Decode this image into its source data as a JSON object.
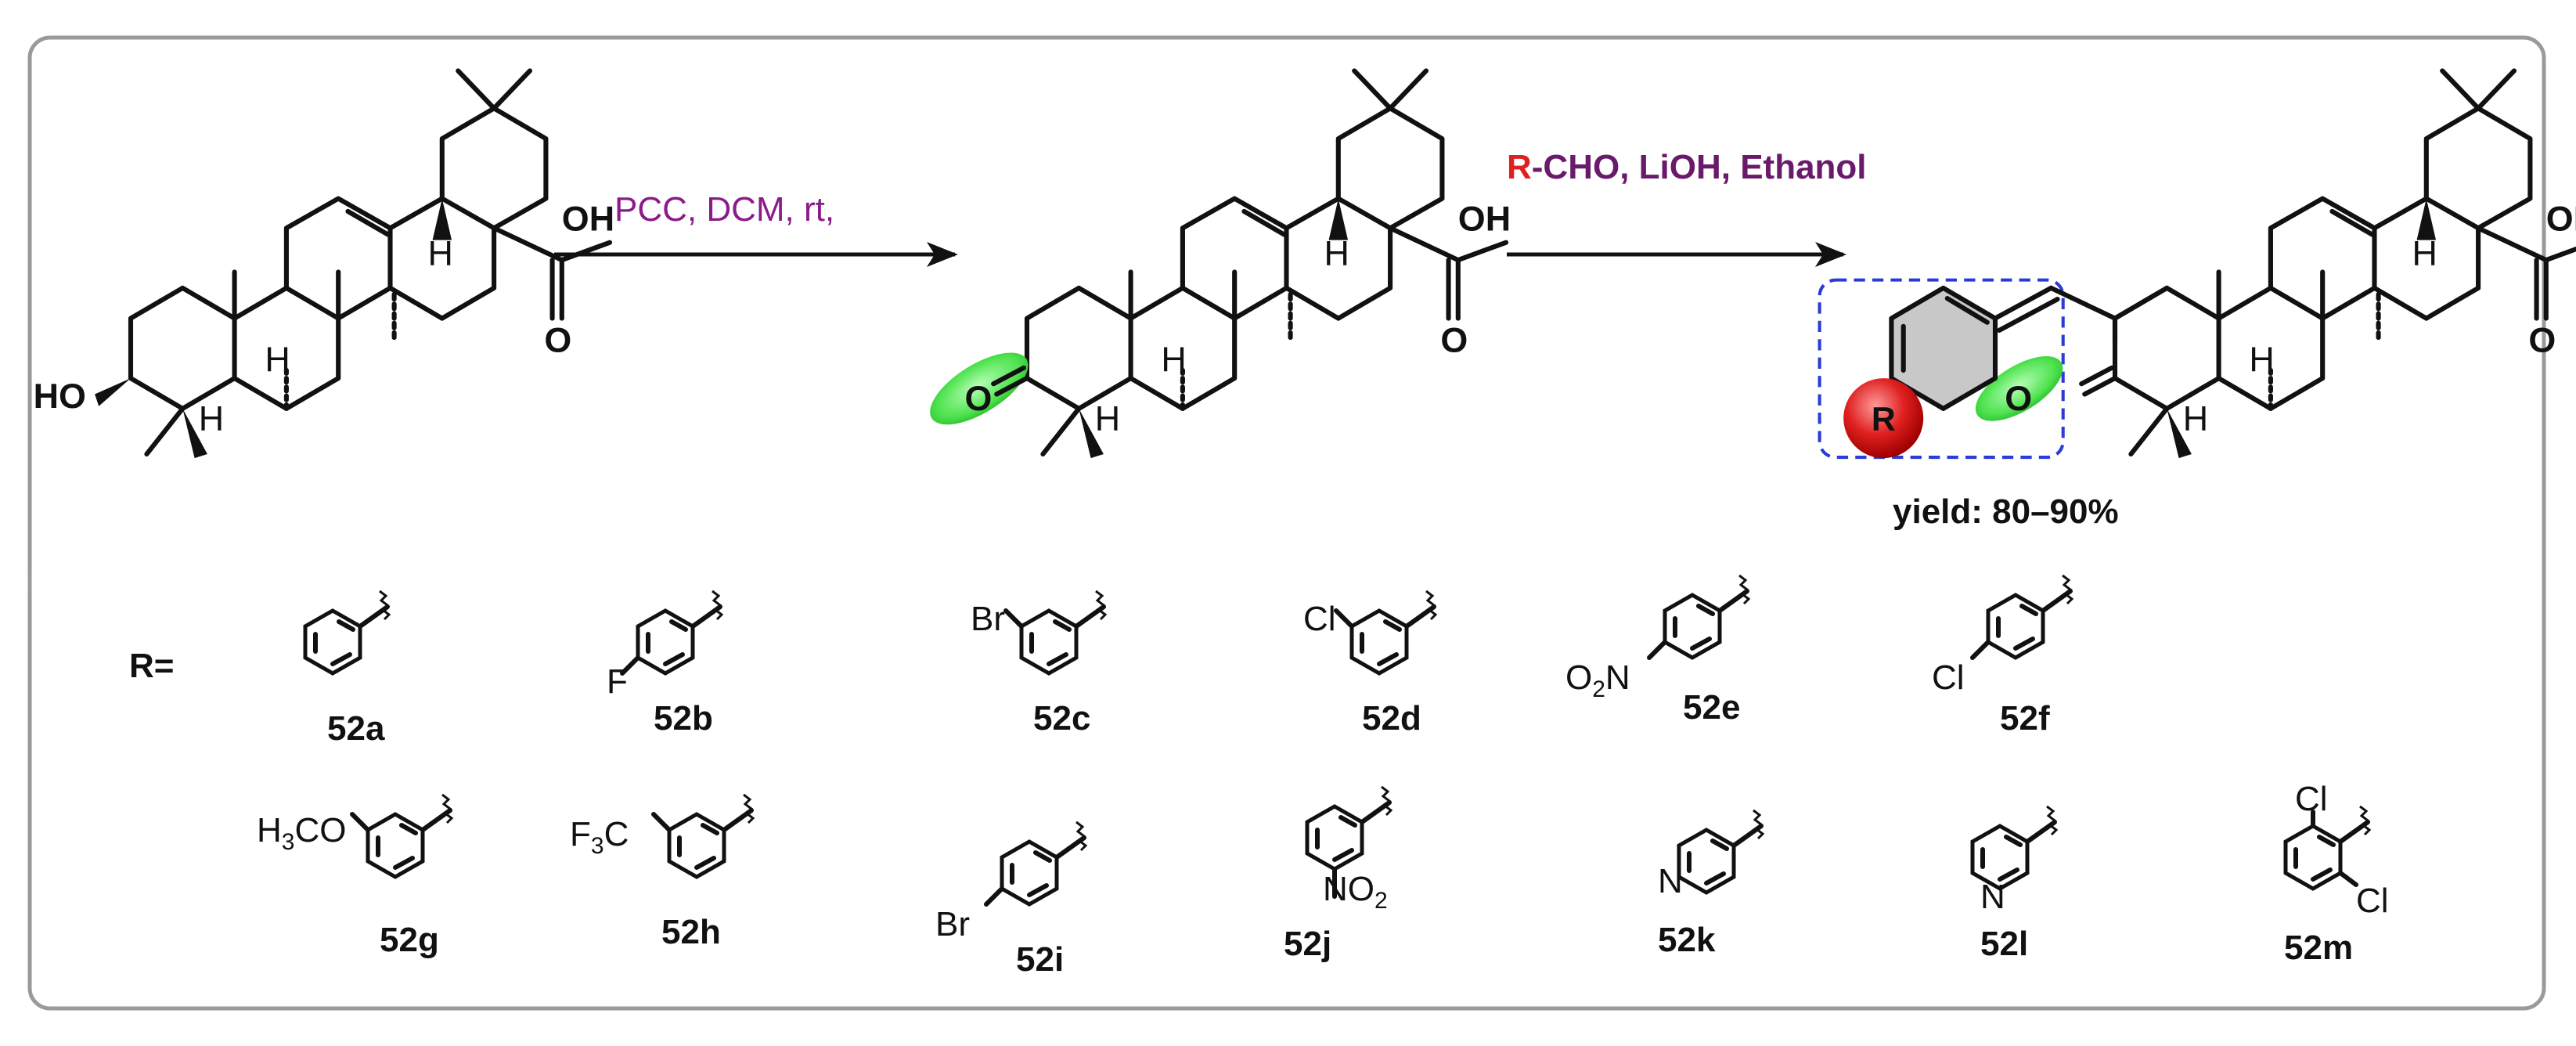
{
  "colors": {
    "frame": "#9a9a9a",
    "reagent1": "#8b1a8b",
    "reagent2_highlight": "#e02020",
    "reagent2": "#6a1a6a",
    "highlight_oval": "#4ee24e",
    "r_ball": "#e02020",
    "dashed_box": "#2a3bd6"
  },
  "scheme": {
    "step1_reagents": "PCC, DCM, rt,",
    "step2_reagent_r": "R",
    "step2_reagents_rest": "-CHO, LiOH, Ethanol",
    "yield": "yield: 80–90%",
    "r_group_label": "R=",
    "r_ball_label": "R"
  },
  "atoms": {
    "oh": "OH",
    "o": "O",
    "ho": "HO",
    "h": "H",
    "f": "F",
    "br": "Br",
    "cl": "Cl",
    "n": "N",
    "o2n_left": "O",
    "o2n_sub": "2",
    "o2n_right": "N",
    "no2_left": "NO",
    "no2_sub": "2",
    "h3co_left": "H",
    "h3co_sub": "3",
    "h3co_right": "CO",
    "f3c_left": "F",
    "f3c_sub": "3",
    "f3c_right": "C"
  },
  "compounds": [
    "52a",
    "52b",
    "52c",
    "52d",
    "52e",
    "52f",
    "52g",
    "52h",
    "52i",
    "52j",
    "52k",
    "52l",
    "52m"
  ]
}
